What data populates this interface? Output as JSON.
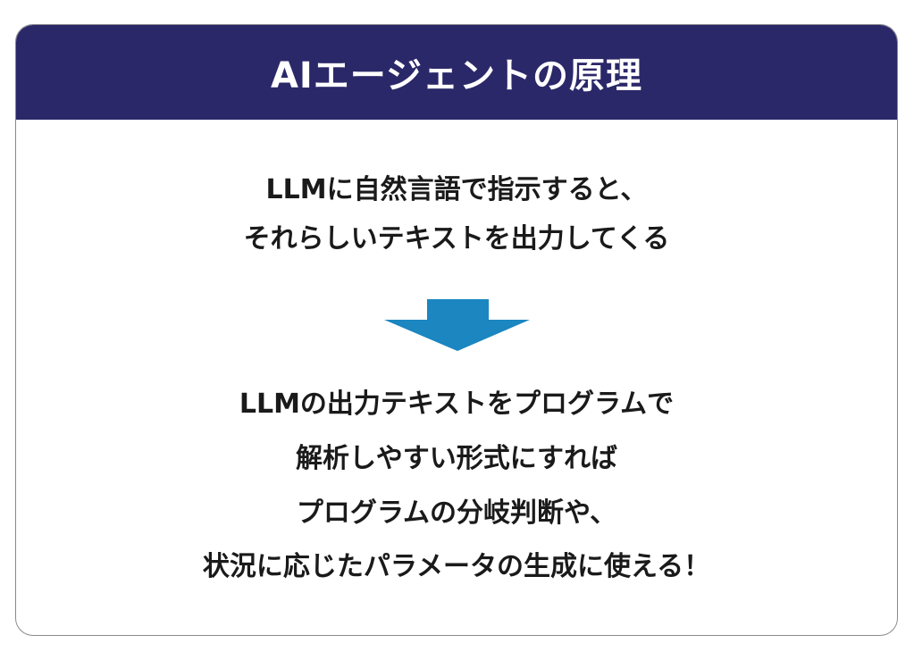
{
  "header": {
    "title": "AIエージェントの原理"
  },
  "premise": {
    "lines": [
      "LLMに自然言語で指示すると、",
      "それらしいテキストを出力してくる"
    ]
  },
  "arrow": {
    "icon": "down-arrow-icon",
    "color": "#1b86c0"
  },
  "conclusion": {
    "lines": [
      "LLMの出力テキストをプログラムで",
      "解析しやすい形式にすれば",
      "プログラムの分岐判断や、",
      "状況に応じたパラメータの生成に使える！"
    ]
  },
  "colors": {
    "header_bg": "#2b2869",
    "arrow": "#1b86c0"
  }
}
